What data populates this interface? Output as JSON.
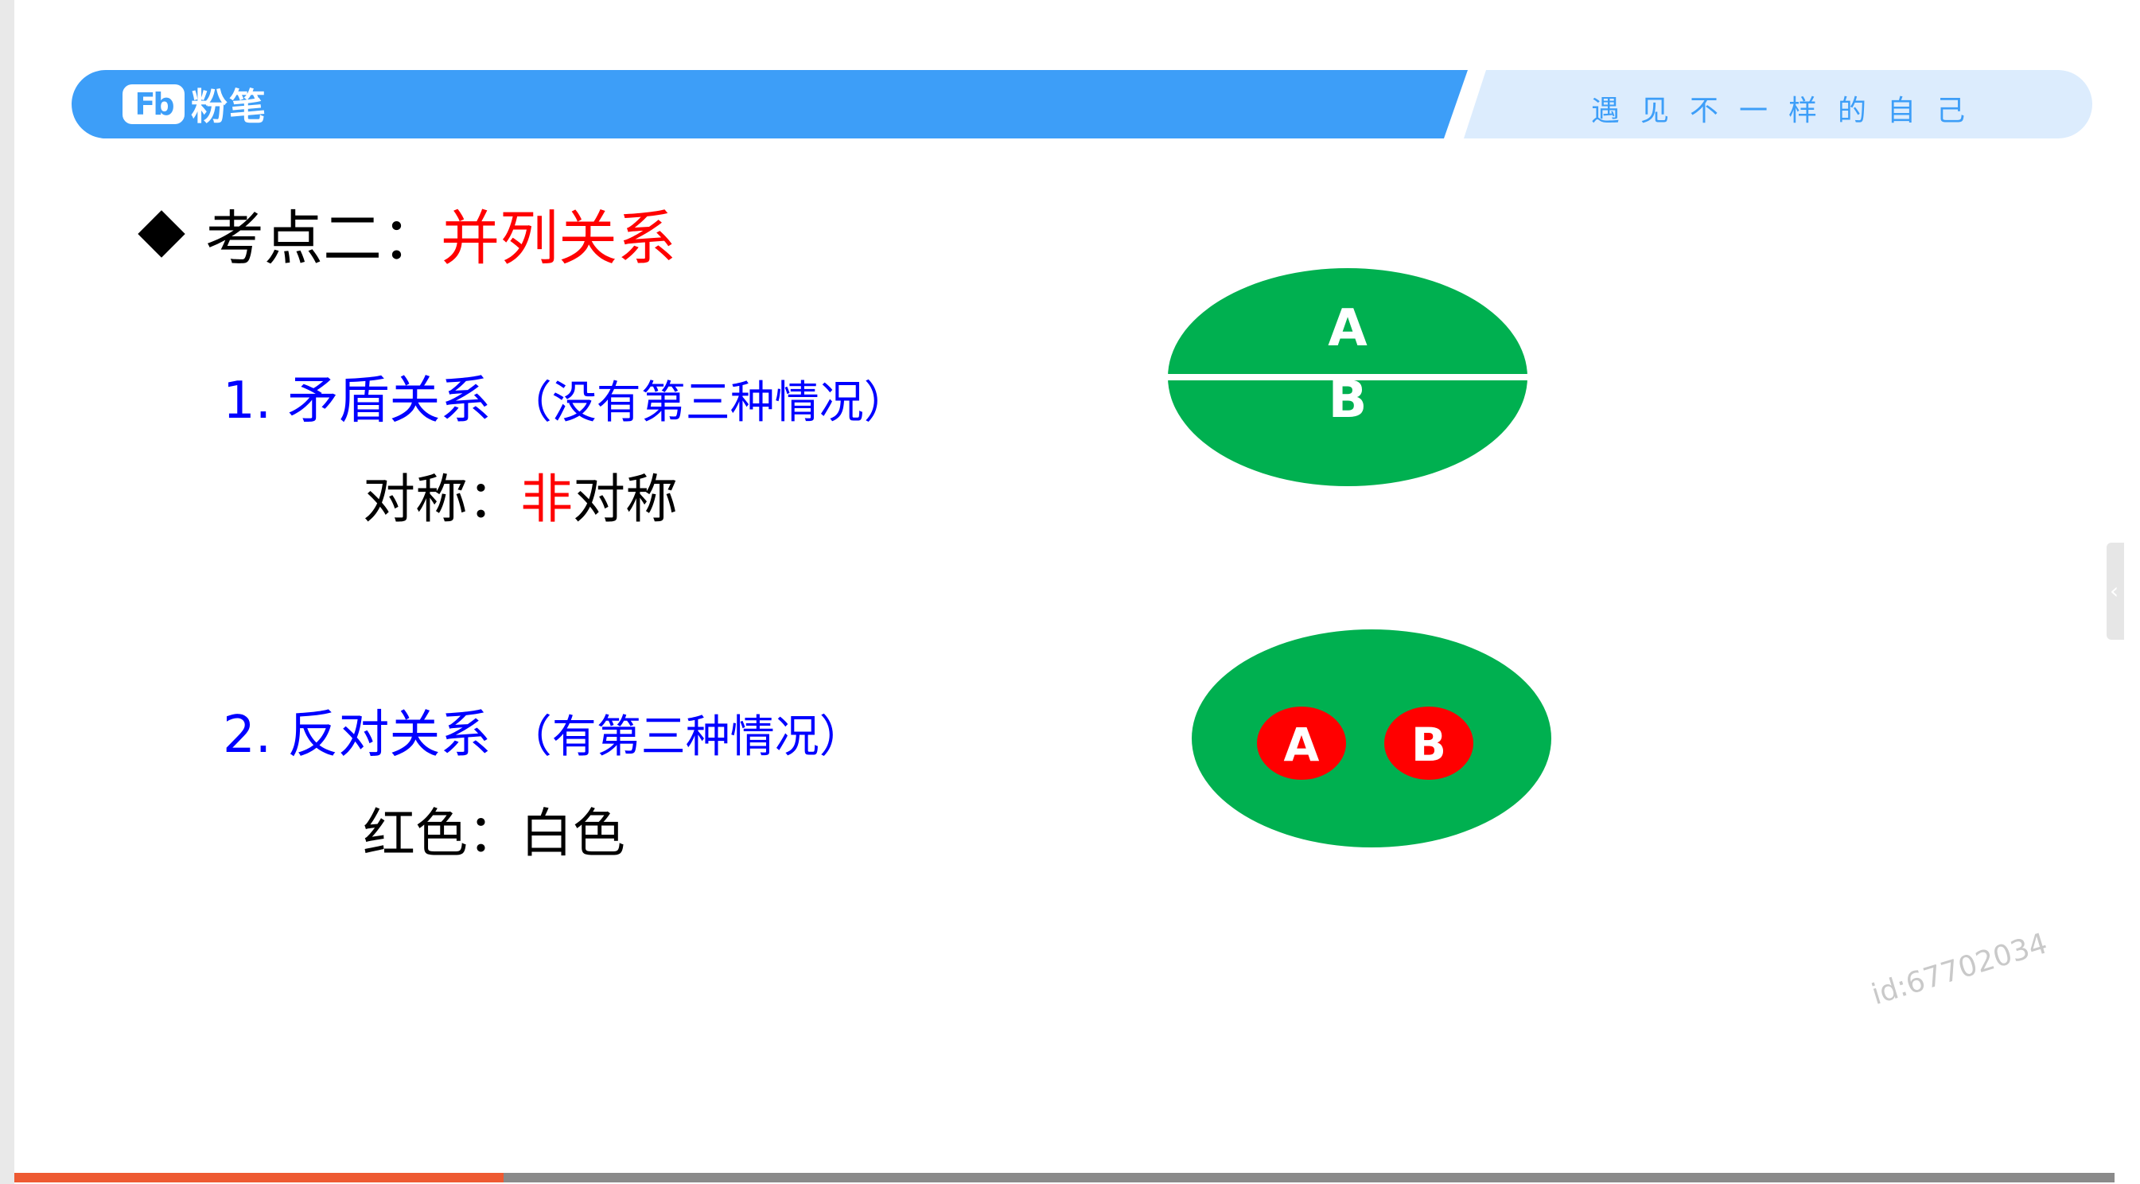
{
  "header": {
    "logo_mark": "Fb",
    "logo_text": "粉笔",
    "slogan": "遇见不一样的自己",
    "colors": {
      "banner_blue": "#3d9ef8",
      "banner_light": "#dcecfd"
    }
  },
  "slide": {
    "title_prefix": "考点二：",
    "title_highlight": "并列关系",
    "items": [
      {
        "number": "1.",
        "label": "矛盾关系",
        "note": "（没有第三种情况）",
        "example_left": "对称：",
        "example_red": "非",
        "example_rest": "对称",
        "diagram": {
          "top_label": "A",
          "bottom_label": "B"
        }
      },
      {
        "number": "2.",
        "label": "反对关系",
        "note": "（有第三种情况）",
        "example_left": "红色：",
        "example_red": "",
        "example_rest": "白色",
        "diagram": {
          "left_label": "A",
          "right_label": "B"
        }
      }
    ],
    "colors": {
      "green": "#00b050",
      "red": "#ff0000",
      "blue": "#0000ff"
    }
  },
  "watermark": "id:67702034",
  "progress": {
    "fraction": 0.233
  },
  "side_handle_icon": "chevron-left-icon"
}
